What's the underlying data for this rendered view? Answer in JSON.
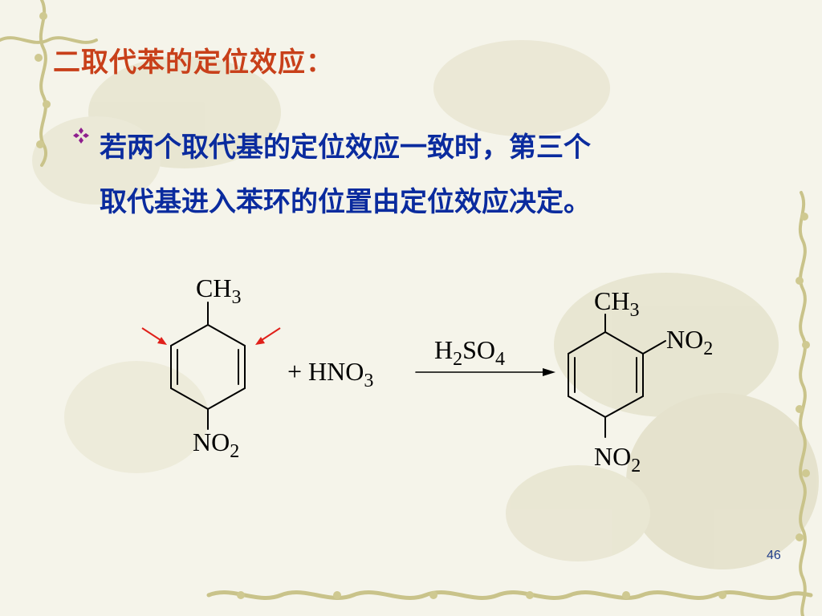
{
  "slide": {
    "title": "二取代苯的定位效应：",
    "body_line1": "若两个取代基的定位效应一致时，第三个",
    "body_line2": "取代基进入苯环的位置由定位效应决定。",
    "page_number": "46"
  },
  "reaction": {
    "reactant": {
      "top_group": "CH",
      "top_sub": "3",
      "bottom_group": "NO",
      "bottom_sub": "2"
    },
    "reagent": {
      "plus": "+",
      "formula": "HNO",
      "sub": "3"
    },
    "catalyst": {
      "h": "H",
      "h_sub": "2",
      "rest": "SO",
      "rest_sub": "4"
    },
    "product": {
      "top_group": "CH",
      "top_sub": "3",
      "side_group": "NO",
      "side_sub": "2",
      "bottom_group": "NO",
      "bottom_sub": "2"
    }
  },
  "colors": {
    "title": "#c8401a",
    "body_text": "#0a2b9e",
    "bullet": "#8e1e8e",
    "arrow_marker": "#e0201a"
  }
}
